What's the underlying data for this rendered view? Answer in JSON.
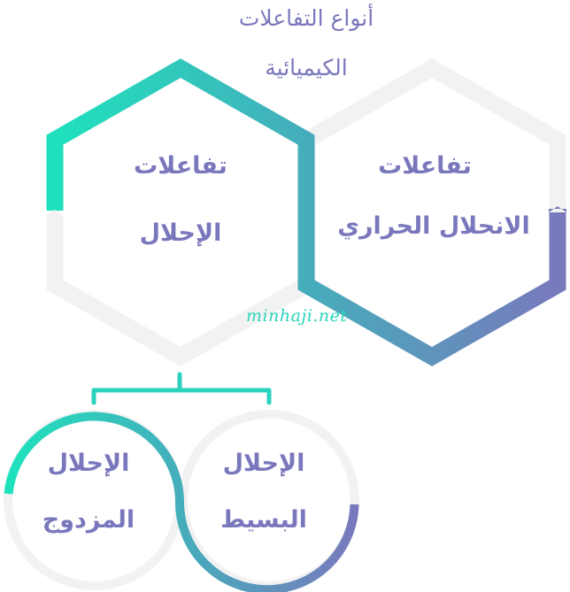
{
  "title": {
    "line1": "أنواع التفاعلات",
    "line2": "الكيميائية"
  },
  "hexagons": [
    {
      "id": "substitution",
      "line1": "تفاعلات",
      "line2": "الإحلال"
    },
    {
      "id": "thermal-decomposition",
      "line1": "تفاعلات",
      "line2": "الانحلال الحراري"
    }
  ],
  "circles": [
    {
      "id": "double-substitution",
      "line1": "الإحلال",
      "line2": "المزدوج"
    },
    {
      "id": "single-substitution",
      "line1": "الإحلال",
      "line2": "البسيط"
    }
  ],
  "watermark": "minhaji.net",
  "colors": {
    "gradient_start": "#1de3bd",
    "gradient_mid": "#45adbb",
    "gradient_end": "#7a78bd",
    "inactive_stroke": "#f2f2f2",
    "connector": "#2ad2be",
    "text": "#7a78bd"
  }
}
